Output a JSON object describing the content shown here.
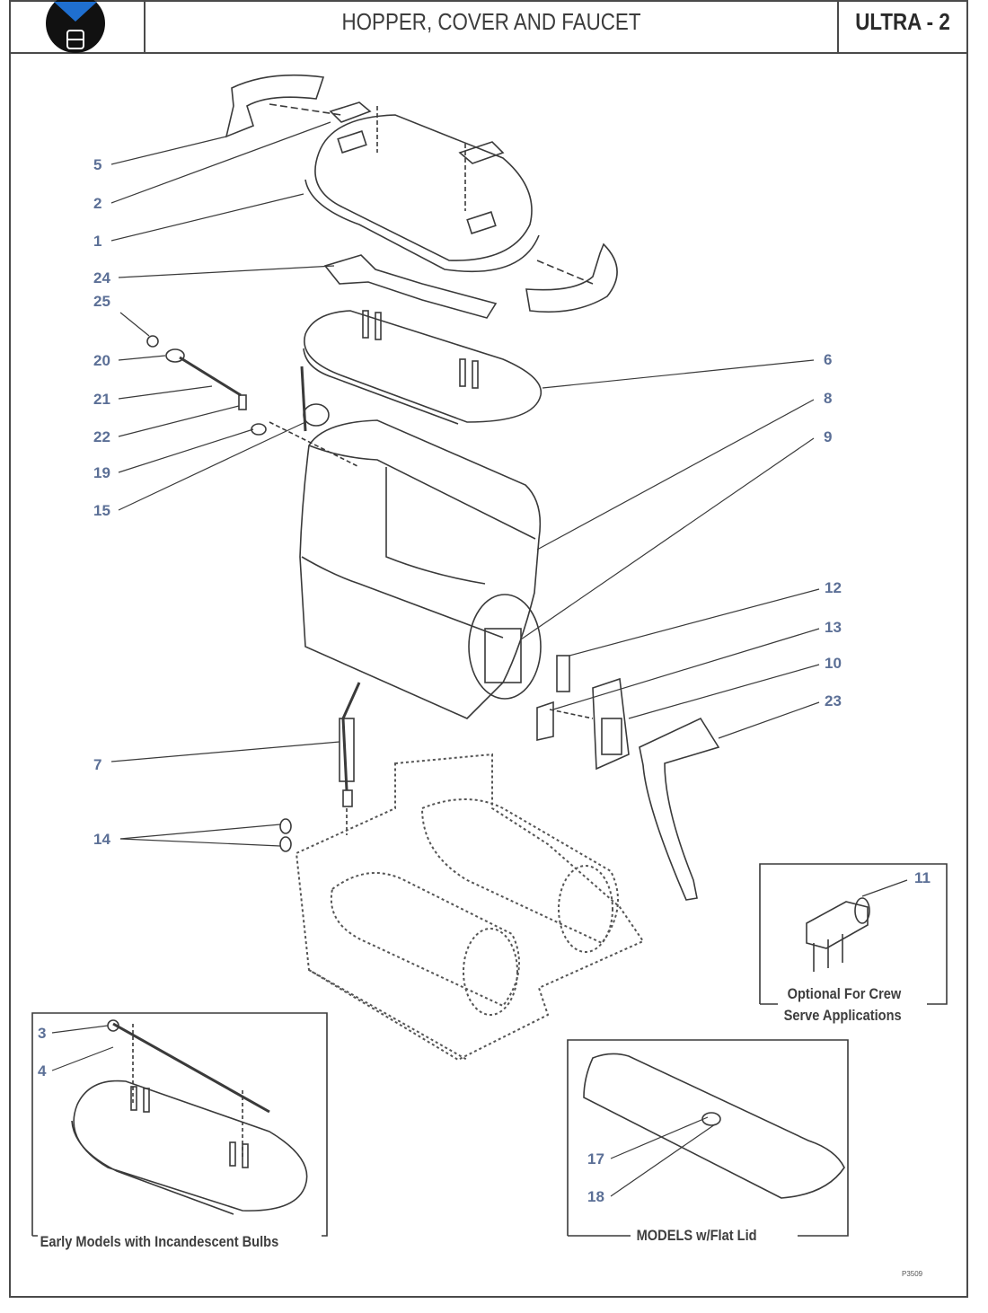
{
  "header": {
    "title": "HOPPER, COVER AND FAUCET",
    "model": "ULTRA - 2",
    "logo_glyph": "B",
    "logo_color": "#1f6fd0"
  },
  "callouts": {
    "c5": "5",
    "c2": "2",
    "c1": "1",
    "c24": "24",
    "c25": "25",
    "c20": "20",
    "c21": "21",
    "c22": "22",
    "c19": "19",
    "c15": "15",
    "c6": "6",
    "c8": "8",
    "c9": "9",
    "c12": "12",
    "c13": "13",
    "c10": "10",
    "c23": "23",
    "c7": "7",
    "c14": "14",
    "c11": "11",
    "c3": "3",
    "c4": "4",
    "c17": "17",
    "c18": "18"
  },
  "insets": {
    "optional_line1": "Optional For Crew",
    "optional_line2": "Serve Applications",
    "flat_lid": "MODELS w/Flat Lid",
    "early_models": "Early Models with Incandescent Bulbs"
  },
  "footer": {
    "page_code": "P3509"
  },
  "colors": {
    "callout": "#5b6f96",
    "line": "#3a3a3a",
    "frame": "#4a4a4a"
  }
}
